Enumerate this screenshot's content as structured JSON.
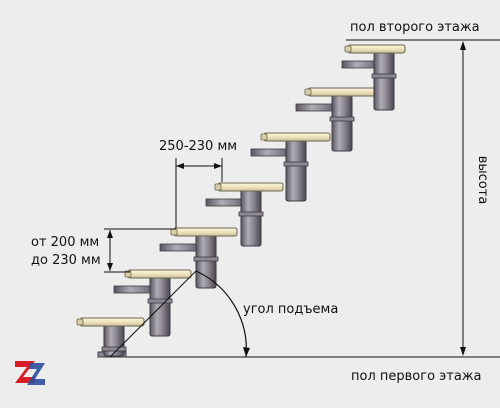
{
  "labels": {
    "top_floor": "пол второго этажа",
    "bottom_floor": "пол первого этажа",
    "height": "высота",
    "tread_depth": "250-230 мм",
    "riser_from": "от 200 мм",
    "riser_to": "до 230 мм",
    "angle": "угол подъема"
  },
  "colors": {
    "background": "#ededed",
    "line": "#111111",
    "column_fill": "#8e8a94",
    "column_stroke": "#3d3a42",
    "tread_fill": "#f2eac8",
    "tread_stroke": "#6b6550",
    "logo_red": "#d61f26",
    "logo_blue": "#2a4f9e"
  },
  "logo": {
    "icon": "zz-logo-icon"
  }
}
